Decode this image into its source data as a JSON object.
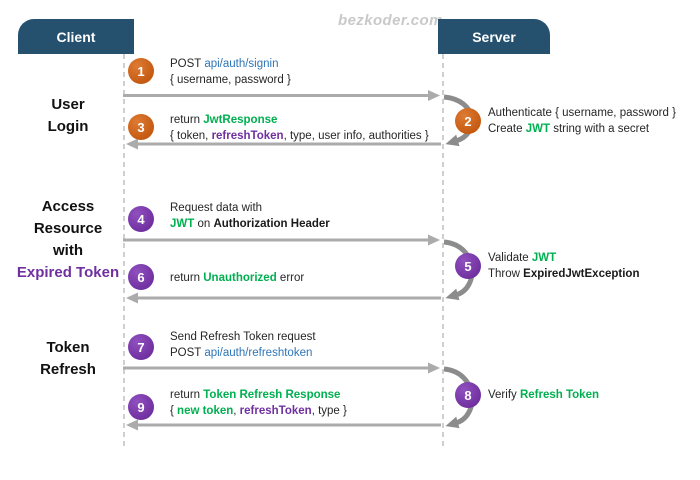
{
  "watermark": "bezkoder.com",
  "actors": {
    "client": "Client",
    "server": "Server"
  },
  "sections": {
    "login": {
      "l1": "User",
      "l2": "Login"
    },
    "access": {
      "l1": "Access",
      "l2": "Resource",
      "l3": "with",
      "l4": "Expired Token"
    },
    "refresh": {
      "l1": "Token",
      "l2": "Refresh"
    }
  },
  "messages": {
    "m1": {
      "num": "1",
      "l1": {
        "s1": "POST ",
        "s2": "api/auth/signin"
      },
      "l2": {
        "s1": "{ username, password }"
      }
    },
    "m2": {
      "num": "2",
      "l1": {
        "s1": "Authenticate { username, password }"
      },
      "l2": {
        "s1": "Create ",
        "s2": "JWT",
        "s3": " string with a secret"
      }
    },
    "m3": {
      "num": "3",
      "l1": {
        "s1": "return ",
        "s2": "JwtResponse"
      },
      "l2": {
        "s1": "{ token, ",
        "s2": "refreshToken",
        "s3": ", type, user info, authorities }"
      }
    },
    "m4": {
      "num": "4",
      "l1": {
        "s1": "Request data with"
      },
      "l2": {
        "s1": "JWT",
        "s2": " on ",
        "s3": "Authorization Header"
      }
    },
    "m5": {
      "num": "5",
      "l1": {
        "s1": "Validate ",
        "s2": "JWT"
      },
      "l2": {
        "s1": "Throw ",
        "s2": "ExpiredJwtException"
      }
    },
    "m6": {
      "num": "6",
      "l1": {
        "s1": "return ",
        "s2": "Unauthorized",
        "s3": " error"
      }
    },
    "m7": {
      "num": "7",
      "l1": {
        "s1": "Send Refresh Token request"
      },
      "l2": {
        "s1": "POST ",
        "s2": "api/auth/refreshtoken"
      }
    },
    "m8": {
      "num": "8",
      "l1": {
        "s1": "Verify ",
        "s2": "Refresh Token"
      }
    },
    "m9": {
      "num": "9",
      "l1": {
        "s1": "return ",
        "s2": "Token Refresh Response"
      },
      "l2": {
        "s1": "{ ",
        "s2": "new token",
        "s3": ", ",
        "s4": "refreshToken",
        "s5": ", type }"
      }
    }
  },
  "colors": {
    "header_bg": "#25516F",
    "orange": "#C55A11",
    "purple": "#7030A0",
    "green": "#00B050",
    "blue": "#2E75B6",
    "arrow": "#ABABAB",
    "self_call": "#8C8C8C",
    "watermark": "#C9C9C9"
  }
}
